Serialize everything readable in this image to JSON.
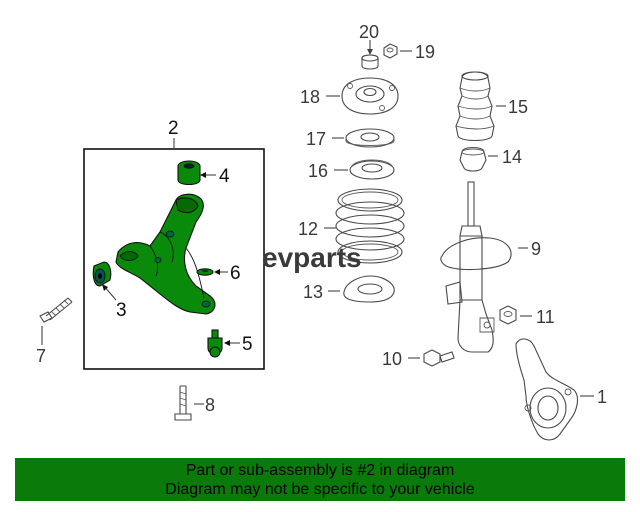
{
  "callouts": {
    "c1": "1",
    "c2": "2",
    "c3": "3",
    "c4": "4",
    "c5": "5",
    "c6": "6",
    "c7": "7",
    "c8": "8",
    "c9": "9",
    "c10": "10",
    "c11": "11",
    "c12": "12",
    "c13": "13",
    "c14": "14",
    "c15": "15",
    "c16": "16",
    "c17": "17",
    "c18": "18",
    "c19": "19",
    "c20": "20"
  },
  "watermark": "evparts",
  "highlight_color": "#0a8a0a",
  "banner": {
    "line1": "Part or sub-assembly is #2 in diagram",
    "line2": "Diagram may not be specific to your vehicle",
    "background": "#0a7a0a"
  }
}
